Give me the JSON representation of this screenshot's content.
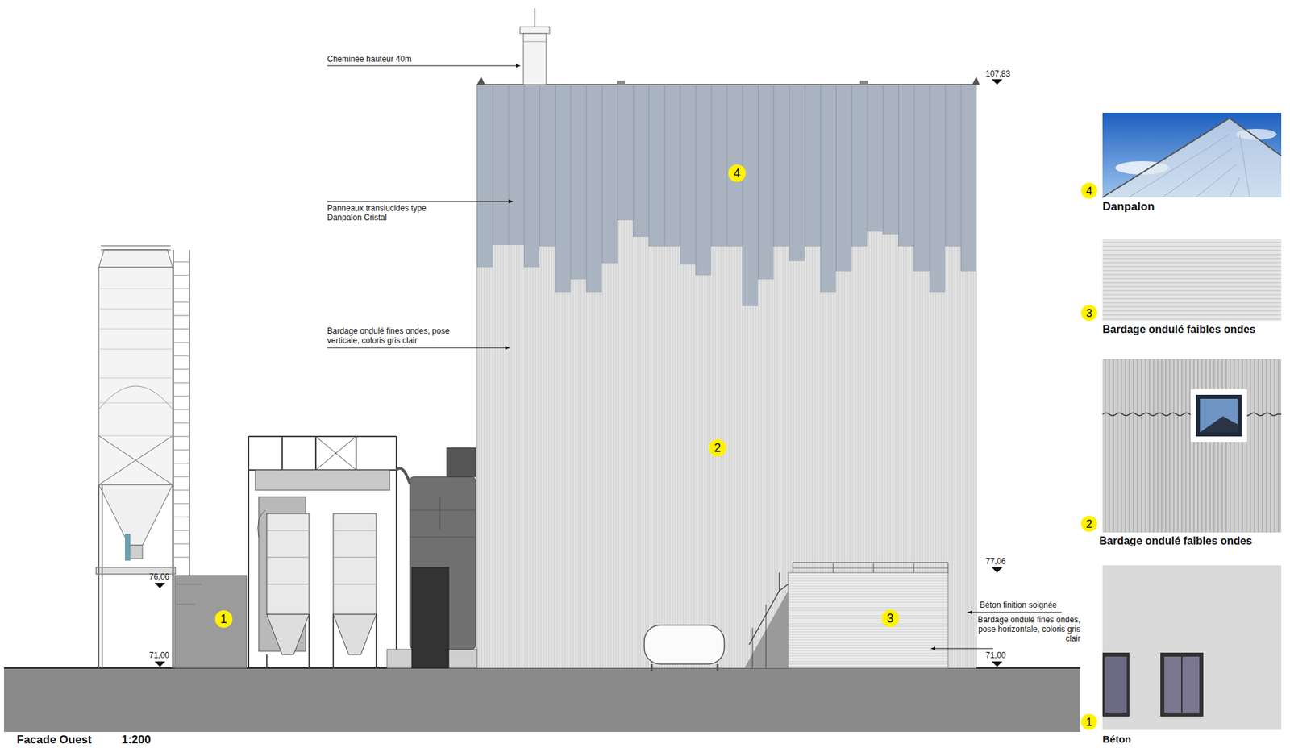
{
  "diagram": {
    "title": "Facade Ouest",
    "labels": [
      "Cheminée hauteur 40m",
      "107,83",
      "Panneaux translucides type Danpalon Cristal",
      "4",
      "Bardage ondulé fines ondes, pose verticale, coloris gris clair",
      "2",
      "76,06",
      "1",
      "77,06",
      "Béton finition soignée",
      "3",
      "Bardage ondulé fines ondes, pose horizontale, coloris gris clair",
      "71,00",
      "71,00",
      "1:200",
      "4",
      "Danpalon",
      "3",
      "Bardage ondulé faibles ondes",
      "2",
      "Bardage ondulé faibles ondes",
      "1",
      "Béton"
    ]
  }
}
